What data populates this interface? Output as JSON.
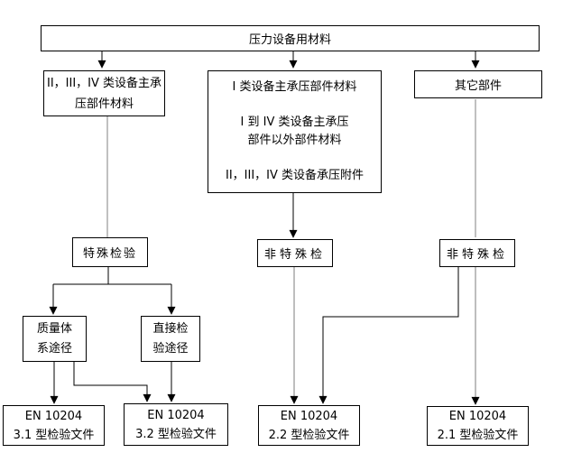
{
  "diagram": {
    "background": "#ffffff",
    "line_color": "#000000",
    "muted_line_color": "#808080",
    "box_fill": "#ffffff",
    "box_border": "#000000",
    "text_color": "#000000",
    "nodes": {
      "root": {
        "lines": [
          "压力设备用材料"
        ]
      },
      "class_2_3_4_main": {
        "lines": [
          "II，III，IV 类设备主承",
          "压部件材料"
        ]
      },
      "class_1_and_others": {
        "lines": [
          "I 类设备主承压部件材料",
          "I 到 IV 类设备主承压",
          "部件以外部件材料",
          "II，III，IV 类设备承压附件"
        ]
      },
      "other_parts": {
        "lines": [
          "其它部件"
        ]
      },
      "special_inspection": {
        "lines": [
          "特殊检验"
        ]
      },
      "non_special_inspection_1": {
        "lines": [
          "非特殊检"
        ]
      },
      "non_special_inspection_2": {
        "lines": [
          "非特殊检"
        ]
      },
      "quality_system_route": {
        "lines": [
          "质量体",
          "系途径"
        ]
      },
      "direct_inspection_route": {
        "lines": [
          "直接检",
          "验途径"
        ]
      },
      "en10204_type_3_1": {
        "lines": [
          "EN 10204",
          "3.1 型检验文件"
        ]
      },
      "en10204_type_3_2": {
        "lines": [
          "EN 10204",
          "3.2 型检验文件"
        ]
      },
      "en10204_type_2_2": {
        "lines": [
          "EN 10204",
          "2.2 型检验文件"
        ]
      },
      "en10204_type_2_1": {
        "lines": [
          "EN 10204",
          "2.1 型检验文件"
        ]
      }
    },
    "edges": [
      {
        "from": "root",
        "to": "class_2_3_4_main",
        "arrow": true
      },
      {
        "from": "root",
        "to": "class_1_and_others",
        "arrow": true
      },
      {
        "from": "root",
        "to": "other_parts",
        "arrow": true
      },
      {
        "from": "class_2_3_4_main",
        "to": "special_inspection",
        "arrow": false
      },
      {
        "from": "special_inspection",
        "to": "quality_system_route",
        "arrow": true
      },
      {
        "from": "special_inspection",
        "to": "direct_inspection_route",
        "arrow": true
      },
      {
        "from": "quality_system_route",
        "to": "en10204_type_3_1",
        "arrow": true
      },
      {
        "from": "quality_system_route",
        "to": "en10204_type_3_2",
        "arrow": true
      },
      {
        "from": "direct_inspection_route",
        "to": "en10204_type_3_2",
        "arrow": true
      },
      {
        "from": "class_1_and_others",
        "to": "non_special_inspection_1",
        "arrow": true
      },
      {
        "from": "non_special_inspection_1",
        "to": "en10204_type_2_2",
        "arrow": true
      },
      {
        "from": "other_parts",
        "to": "non_special_inspection_2",
        "arrow": false
      },
      {
        "from": "non_special_inspection_2",
        "to": "en10204_type_2_2",
        "arrow": true
      },
      {
        "from": "non_special_inspection_2",
        "to": "en10204_type_2_1",
        "arrow": true
      }
    ]
  }
}
